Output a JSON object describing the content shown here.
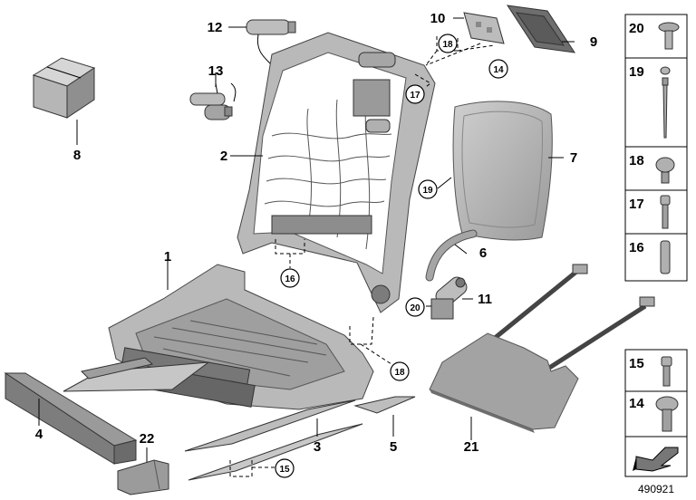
{
  "diagram": {
    "part_numbers": {
      "p1": "1",
      "p2": "2",
      "p3": "3",
      "p4": "4",
      "p5": "5",
      "p6": "6",
      "p7": "7",
      "p8": "8",
      "p9": "9",
      "p10": "10",
      "p11": "11",
      "p12": "12",
      "p13": "13",
      "p21": "21",
      "p22": "22"
    },
    "callouts": {
      "c14": "14",
      "c15": "15",
      "c16": "16",
      "c17": "17",
      "c18a": "18",
      "c18b": "18",
      "c19": "19",
      "c20": "20"
    },
    "legend": {
      "l20": "20",
      "l19": "19",
      "l18": "18",
      "l17": "17",
      "l16": "16",
      "l15": "15",
      "l14": "14"
    },
    "reference_number": "490921"
  },
  "colors": {
    "part_fill": "#a8a8a8",
    "frame_fill": "#b9b9b9",
    "line": "#000000",
    "background": "#ffffff"
  }
}
